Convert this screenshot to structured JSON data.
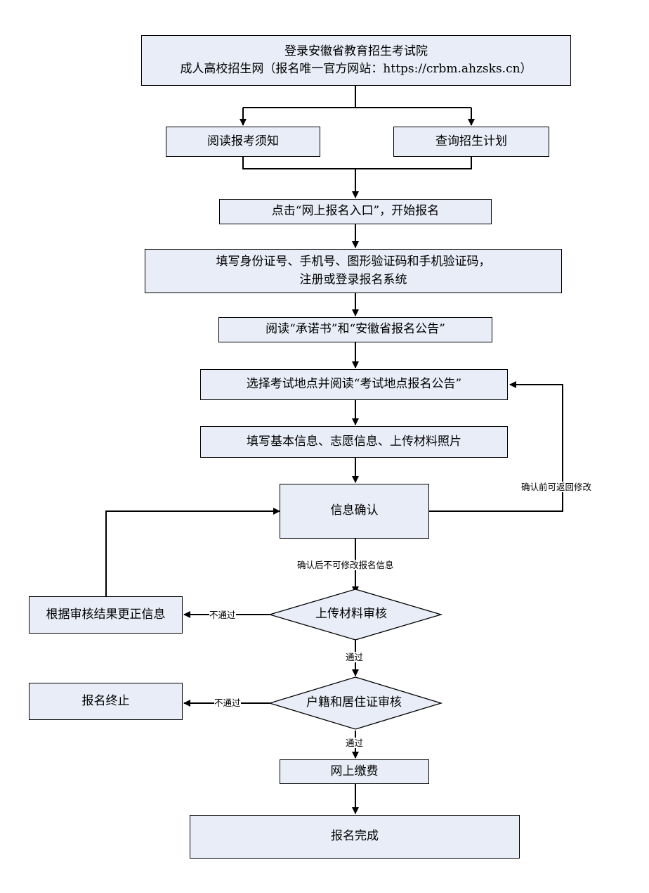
{
  "nodes": {
    "start": [
      "登录安徽省教育招生考试院",
      "成人高校招生网（报名唯一官方网站：https://crbm.ahzsks.cn）"
    ],
    "read_notice": "阅读报考须知",
    "query_plan": "查询招生计划",
    "click_entry": "点击“网上报名入口”，开始报名",
    "register": [
      "填写身份证号、手机号、图形验证码和手机验证码，",
      "注册或登录报名系统"
    ],
    "read_promise": "阅读“承诺书”和“安徽省报名公告”",
    "select_site": "选择考试地点并阅读“考试地点报名公告”",
    "fill_info": "填写基本信息、志愿信息、上传材料照片",
    "confirm": "信息确认",
    "review_upload": "上传材料审核",
    "correct_info": "根据审核结果更正信息",
    "review_hukou": "户籍和居住证审核",
    "terminated": "报名终止",
    "payment": "网上缴费",
    "done": "报名完成"
  },
  "edge_labels": {
    "can_return": "确认前可返回修改",
    "no_modify": "确认后不可修改报名信息",
    "fail_1": "不通过",
    "pass_1": "通过",
    "fail_2": "不通过",
    "pass_2": "通过"
  },
  "colors": {
    "box_fill": "#e8edf7",
    "stroke": "#000000"
  }
}
